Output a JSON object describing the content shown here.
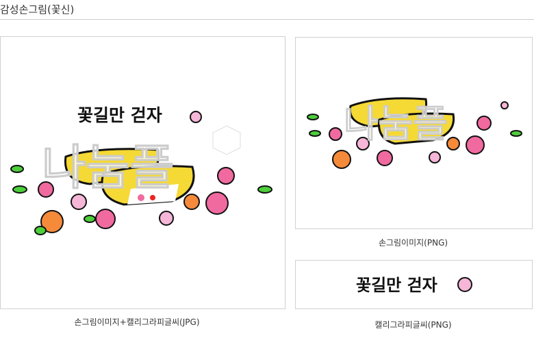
{
  "page_title": "감성손그림(꽃신)",
  "previews": [
    {
      "caption": "손그림이미지+캘리그라피글씨(JPG)",
      "lettering": "꽃길만 걷자"
    },
    {
      "caption": "손그림이미지(PNG)"
    },
    {
      "caption": "캘리그라피글씨(PNG)",
      "lettering": "꽃길만 걷자"
    }
  ],
  "watermark": "나눔플"
}
